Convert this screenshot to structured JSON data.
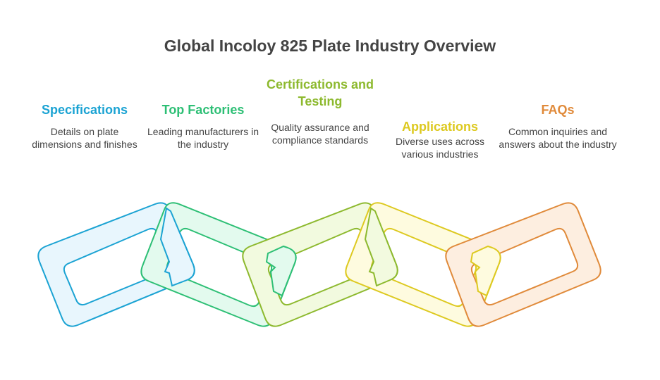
{
  "title": "Global Incoloy 825 Plate Industry Overview",
  "items": [
    {
      "heading": "Specifications",
      "description": "Details on plate dimensions and finishes",
      "color": "#1BA3D3",
      "fill": "#E8F6FD"
    },
    {
      "heading": "Top Factories",
      "description": "Leading manufacturers in the industry",
      "color": "#2DBF75",
      "fill": "#E3FAEE"
    },
    {
      "heading": "Certifications and Testing",
      "description": "Quality assurance and compliance standards",
      "color": "#8DB92E",
      "fill": "#F2FADF"
    },
    {
      "heading": "Applications",
      "description": "Diverse uses across various industries",
      "color": "#DDC920",
      "fill": "#FEFBDF"
    },
    {
      "heading": "FAQs",
      "description": "Common inquiries and answers about the industry",
      "color": "#E08A3A",
      "fill": "#FDEEE0"
    }
  ]
}
